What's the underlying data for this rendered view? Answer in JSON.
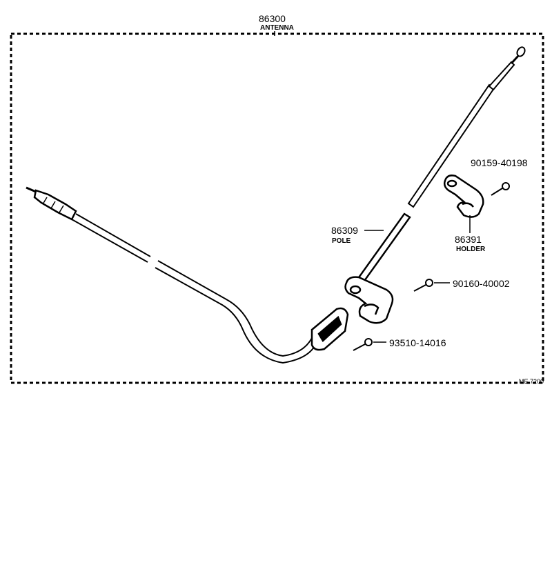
{
  "assembly": {
    "part_number": "86300",
    "name": "ANTENNA"
  },
  "parts": [
    {
      "id": "pole",
      "part_number": "86309",
      "name": "POLE"
    },
    {
      "id": "holder",
      "part_number": "86391",
      "name": "HOLDER"
    },
    {
      "id": "screw-a",
      "part_number": "90159-40198"
    },
    {
      "id": "screw-b",
      "part_number": "90160-40002"
    },
    {
      "id": "screw-c",
      "part_number": "93510-14016"
    }
  ],
  "drawing_code": "ME 7200"
}
